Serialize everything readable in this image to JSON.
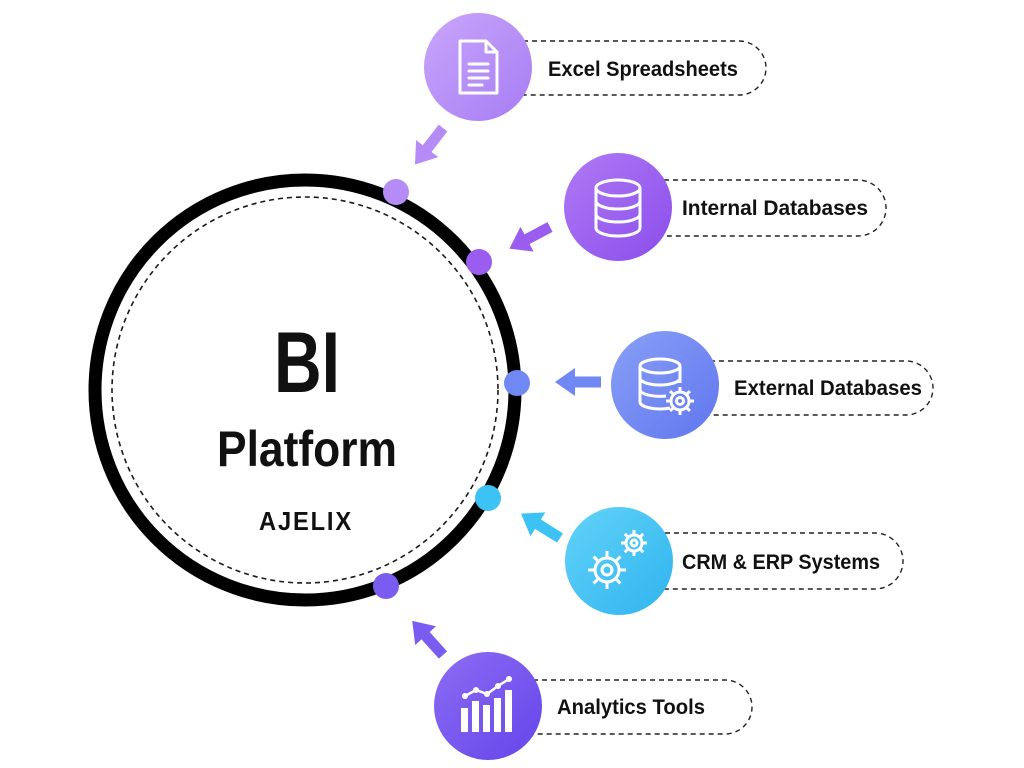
{
  "center": {
    "title": "BI",
    "subtitle": "Platform",
    "brand": "AJELIX"
  },
  "sources": [
    {
      "label": "Excel Spreadsheets",
      "icon": "document-icon",
      "color": "#b58cf6"
    },
    {
      "label": "Internal Databases",
      "icon": "database-icon",
      "color": "#9b5cf0"
    },
    {
      "label": "External Databases",
      "icon": "database-gear-icon",
      "color": "#6f88f4"
    },
    {
      "label": "CRM & ERP Systems",
      "icon": "gears-icon",
      "color": "#3cc2f5"
    },
    {
      "label": "Analytics Tools",
      "icon": "bar-chart-icon",
      "color": "#7a5cf0"
    }
  ]
}
